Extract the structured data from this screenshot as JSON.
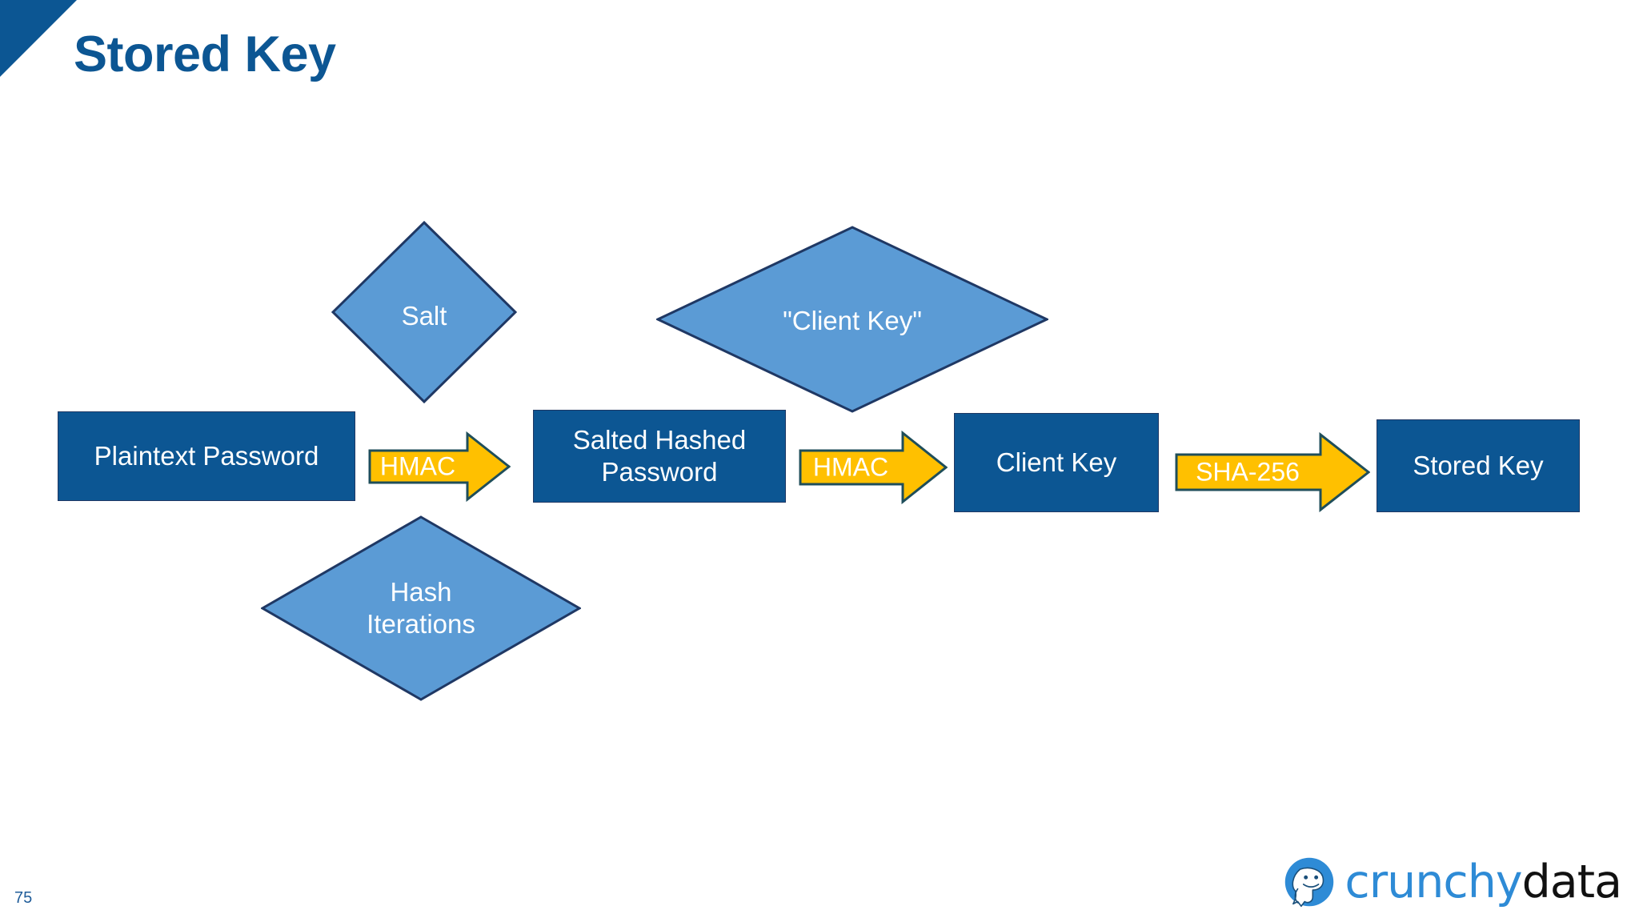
{
  "slide": {
    "title": "Stored Key",
    "page_number": "75",
    "background_color": "#FFFFFF",
    "accent_color": "#0C5693"
  },
  "theme": {
    "box_fill": "#0C5693",
    "box_border": "#1F3864",
    "diamond_fill": "#5B9BD5",
    "diamond_border": "#1F3864",
    "arrow_fill": "#FFC000",
    "arrow_border": "#1F4E5A",
    "text_on_fill": "#FFFFFF",
    "title_color": "#0C5693",
    "page_number_color": "#1F5C99"
  },
  "diagram": {
    "type": "flowchart",
    "description": "SCRAM stored key derivation pipeline",
    "boxes": [
      {
        "id": "plaintext-password",
        "label": "Plaintext Password"
      },
      {
        "id": "salted-hashed-password",
        "label": "Salted Hashed\nPassword",
        "line1": "Salted Hashed",
        "line2": "Password"
      },
      {
        "id": "client-key",
        "label": "Client Key"
      },
      {
        "id": "stored-key",
        "label": "Stored Key"
      }
    ],
    "diamonds": [
      {
        "id": "salt",
        "label": "Salt"
      },
      {
        "id": "client-key-literal",
        "label": "\"Client Key\""
      },
      {
        "id": "hash-iterations",
        "label": "Hash\nIterations",
        "line1": "Hash",
        "line2": "Iterations"
      }
    ],
    "arrows": [
      {
        "id": "hmac-1",
        "label": "HMAC"
      },
      {
        "id": "hmac-2",
        "label": "HMAC"
      },
      {
        "id": "sha-256",
        "label": "SHA-256"
      }
    ]
  },
  "logo": {
    "brand_first": "crunchy",
    "brand_second": "data",
    "mark_name": "crunchy-data-elephant-logo",
    "first_color": "#2E8BD6",
    "second_color": "#111111"
  }
}
